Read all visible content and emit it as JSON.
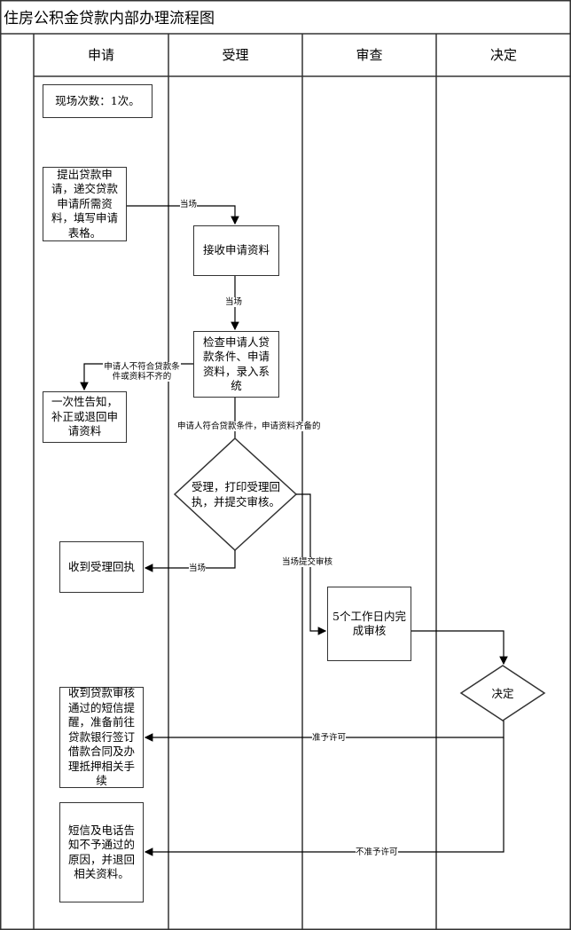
{
  "title": "住房公积金贷款内部办理流程图",
  "lanes": [
    "申请",
    "受理",
    "审查",
    "决定"
  ],
  "nodes": {
    "visits": "现场次数：1次。",
    "submit": "提出贷款申请，递交贷款申请所需资料，填写申请表格。",
    "receive": "接收申请资料",
    "check": "检查申请人贷款条件、申请资料，录入系统",
    "notify_incomplete": "一次性告知，补正或退回申请资料",
    "accept": "受理，打印受理回执，并提交审核。",
    "receipt": "收到受理回执",
    "review": "5个工作日内完成审核",
    "decide": "决定",
    "approved_result": "收到贷款审核通过的短信提醒，准备前往贷款银行签订借款合同及办理抵押相关手续",
    "rejected_result": "短信及电话告知不予通过的原因，并退回相关资料。"
  },
  "edge_labels": {
    "on_site_1": "当场",
    "on_site_2": "当场",
    "not_qualified": "申请人不符合贷款条件或资料不齐的",
    "qualified": "申请人符合贷款条件，申请资料齐备的",
    "on_site_3": "当场",
    "submit_review": "当场提交审核",
    "approve": "准予许可",
    "reject": "不准予许可"
  }
}
